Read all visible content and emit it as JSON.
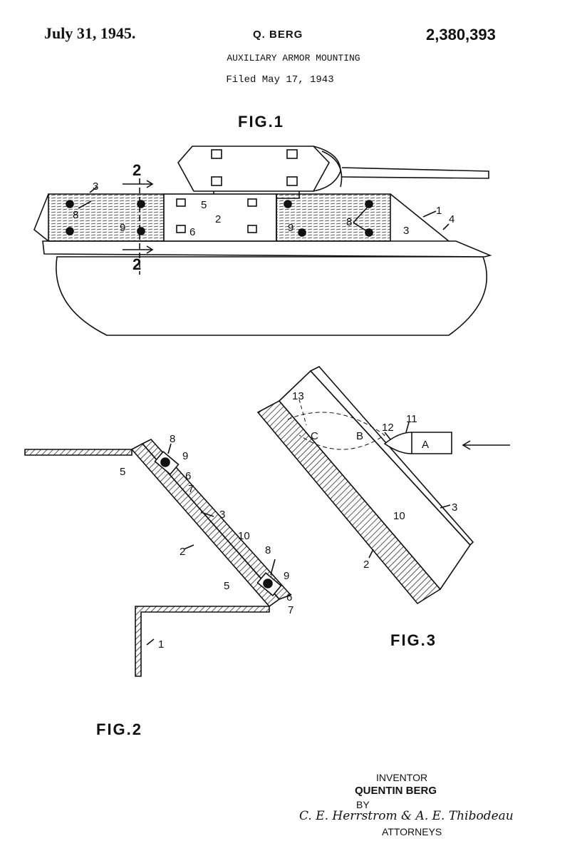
{
  "header": {
    "date": "July 31, 1945.",
    "inventor_short": "Q. BERG",
    "patent_number": "2,380,393",
    "title": "AUXILIARY ARMOR MOUNTING",
    "filed": "Filed May 17, 1943"
  },
  "figures": {
    "fig1": {
      "label": "FIG.1",
      "section_marks": [
        "2",
        "2"
      ],
      "callouts": [
        "1",
        "2",
        "3",
        "3",
        "4",
        "5",
        "6",
        "8",
        "8",
        "9",
        "9"
      ]
    },
    "fig2": {
      "label": "FIG.2",
      "callouts": [
        "8",
        "9",
        "5",
        "6",
        "7",
        "3",
        "2",
        "10",
        "8",
        "9",
        "5",
        "6",
        "7",
        "1"
      ]
    },
    "fig3": {
      "label": "FIG.3",
      "callouts": [
        "13",
        "C",
        "B",
        "12",
        "11",
        "A",
        "10",
        "3",
        "2"
      ]
    }
  },
  "footer": {
    "inventor_label": "INVENTOR",
    "inventor_name": "QUENTIN BERG",
    "by_label": "BY",
    "signature": "C. E. Herrstrom & A. E. Thibodeau",
    "attorneys_label": "ATTORNEYS"
  }
}
